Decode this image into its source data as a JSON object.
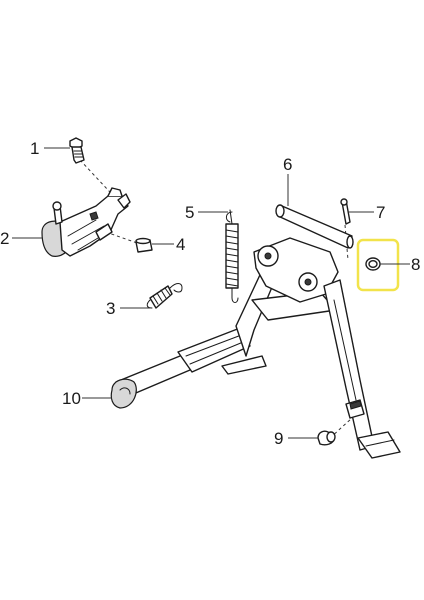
{
  "colors": {
    "highlight": "#f2e34a",
    "ink": "#1c1c1c"
  },
  "callouts": [
    {
      "id": "1",
      "label": "1"
    },
    {
      "id": "2",
      "label": "2"
    },
    {
      "id": "3",
      "label": "3"
    },
    {
      "id": "4",
      "label": "4"
    },
    {
      "id": "5",
      "label": "5"
    },
    {
      "id": "6",
      "label": "6"
    },
    {
      "id": "7",
      "label": "7"
    },
    {
      "id": "8",
      "label": "8"
    },
    {
      "id": "9",
      "label": "9"
    },
    {
      "id": "10",
      "label": "10"
    }
  ],
  "highlighted_part": "8"
}
